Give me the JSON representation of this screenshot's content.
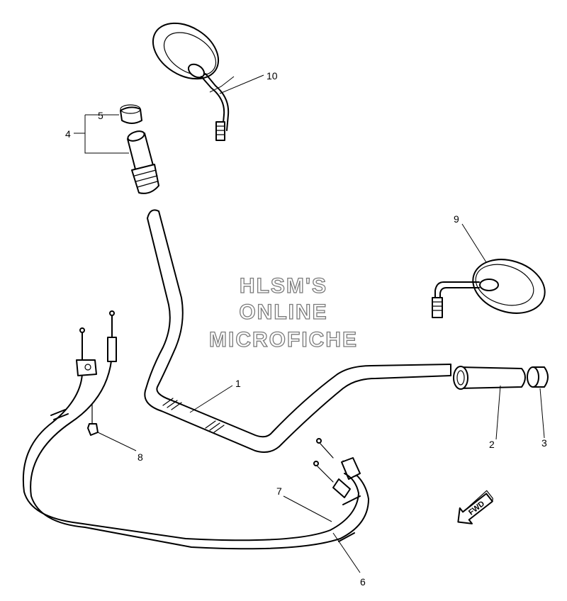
{
  "watermark": {
    "line1": "HLSM'S",
    "line2": "ONLINE",
    "line3": "MICROFICHE"
  },
  "callouts": {
    "c1": "1",
    "c2": "2",
    "c3": "3",
    "c4": "4",
    "c5": "5",
    "c6": "6",
    "c7": "7",
    "c8": "8",
    "c9": "9",
    "c10": "10"
  },
  "direction_arrow": {
    "label": "FWD"
  }
}
